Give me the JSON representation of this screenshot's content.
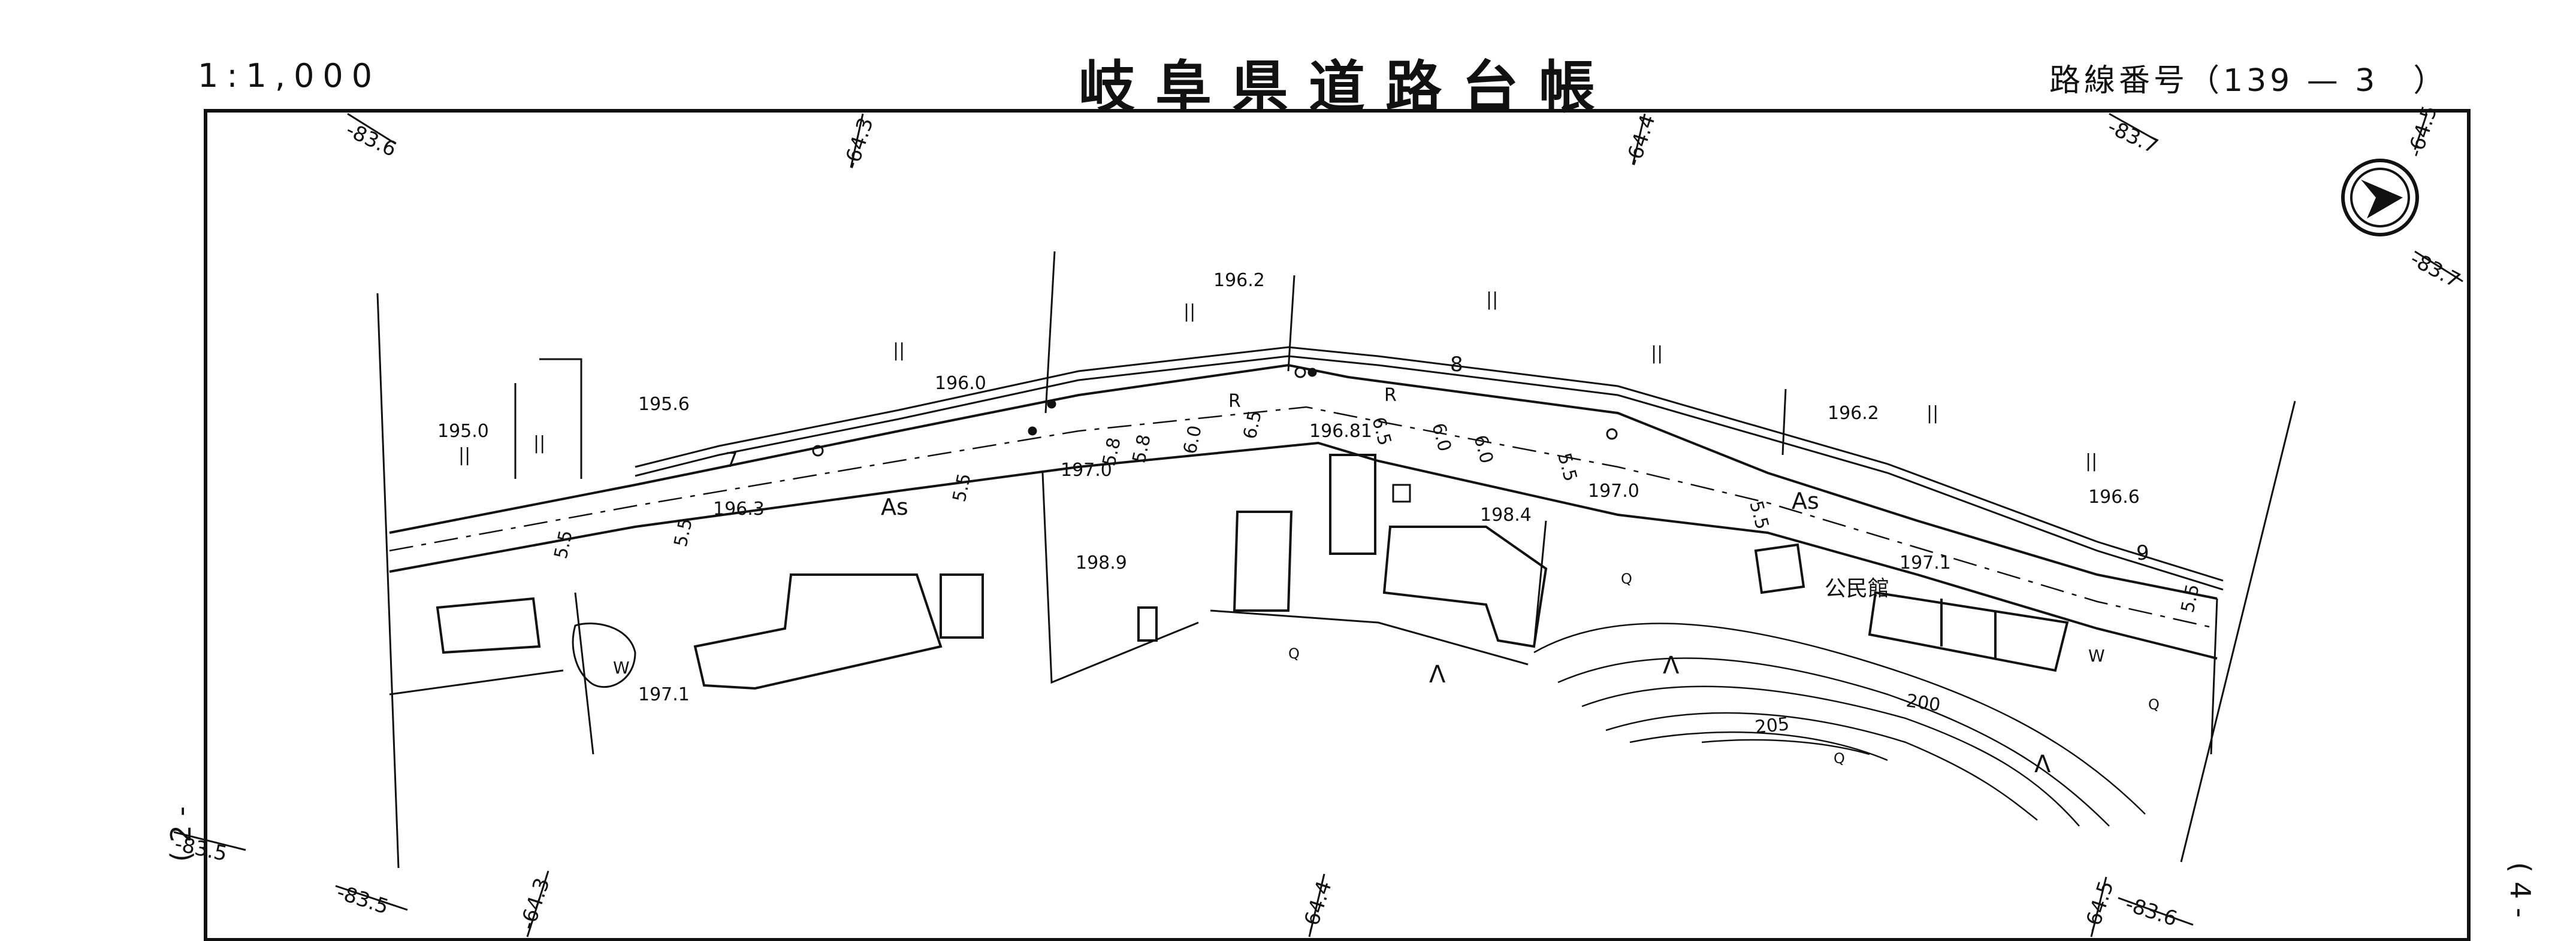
{
  "header": {
    "scale": "1:1,000",
    "title": "岐阜県道路台帳",
    "route_label": "路線番号（139 — 3　）"
  },
  "sheet_refs": {
    "left": "( 2 -",
    "right": "( 4 -"
  },
  "grid_labels": {
    "top_left": "-83.6",
    "top_a": "-64.3",
    "top_b": "-64.4",
    "top_right": "-83.7",
    "right_top": "-64.5",
    "right_side": "-83.7",
    "left_side": "-83.5",
    "bottom_left": "-83.5",
    "bottom_a": "-64.3",
    "bottom_b": "-64.4",
    "bottom_c": "-64.5",
    "bottom_right": "-83.6"
  },
  "elevations": {
    "e1950": "195.0",
    "e1956": "195.6",
    "e1960": "196.0",
    "e1962a": "196.2",
    "e1963": "196.3",
    "e1970a": "197.0",
    "e19681": "196.81",
    "e1989": "198.9",
    "e1984": "198.4",
    "e1970b": "197.0",
    "e1962b": "196.2",
    "e1966": "196.6",
    "e1971a": "197.1",
    "e1971b": "197.1"
  },
  "widths": {
    "w1": "5.5",
    "w2": "5.5",
    "w3": "5.5",
    "w4": "5.8",
    "w5": "5.8",
    "w6": "6.0",
    "w7": "6.5",
    "w8": "6.5",
    "w9": "6.0",
    "w10": "6.0",
    "w11": "5.5",
    "w12": "5.5",
    "w13": "5.5"
  },
  "features": {
    "road_surface_1": "As",
    "road_surface_2": "As",
    "marker_r1": "R",
    "marker_r2": "R",
    "station_7": "7",
    "station_8": "8",
    "station_9": "9",
    "building_label": "公民館",
    "contour_200": "200",
    "contour_205": "205",
    "w_1": "W",
    "w_2": "W",
    "field_marks": "||",
    "forest_mark": "Λ",
    "orchard_mark": "Q"
  },
  "north_arrow": "north-arrow-icon"
}
